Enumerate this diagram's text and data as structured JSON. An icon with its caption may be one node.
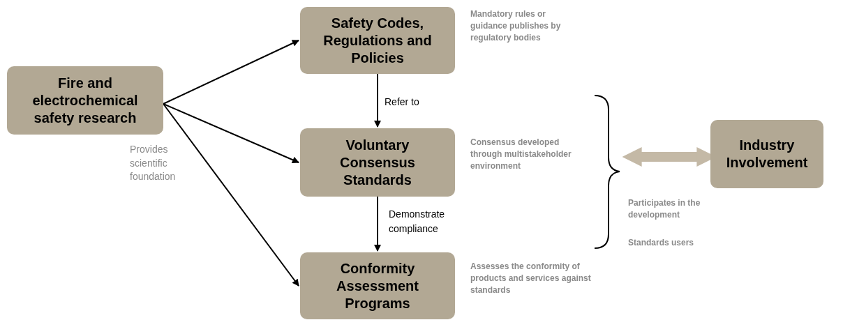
{
  "diagram": {
    "nodes": [
      {
        "text": [
          "Fire and electrochemical safety research"
        ],
        "beside": [
          "Provides scientific foundation"
        ]
      },
      {
        "text": [
          "Safety Codes, Regulations and Policies"
        ],
        "beside": [
          "Mandatory rules or guidance publishes by regulatory bodies"
        ]
      },
      {
        "text": [
          "Voluntary Consensus Standards"
        ],
        "beside": [
          "Consensus developed through multistakeholder environment"
        ]
      },
      {
        "text": [
          "Conformity Assessment Programs"
        ],
        "beside": [
          "Assesses the conformity of products and services against standards"
        ]
      },
      {
        "text": [
          "Industry Involvement"
        ]
      }
    ],
    "edges": [
      {
        "from": 0,
        "to": 1,
        "arrow": "to"
      },
      {
        "from": 0,
        "to": 2,
        "arrow": "to"
      },
      {
        "from": 0,
        "to": 3,
        "arrow": "to"
      },
      {
        "from": 1,
        "to": 2,
        "arrow": "to",
        "label": "Refer to"
      },
      {
        "from": 2,
        "to": 3,
        "arrow": "to",
        "label": "Demonstrate compliance"
      },
      {
        "from": null,
        "to": 4,
        "arrow": "both",
        "style": "thick",
        "color": "#c4b9a6"
      }
    ],
    "labels": [
      "Participates in the development",
      "Standards users"
    ]
  }
}
